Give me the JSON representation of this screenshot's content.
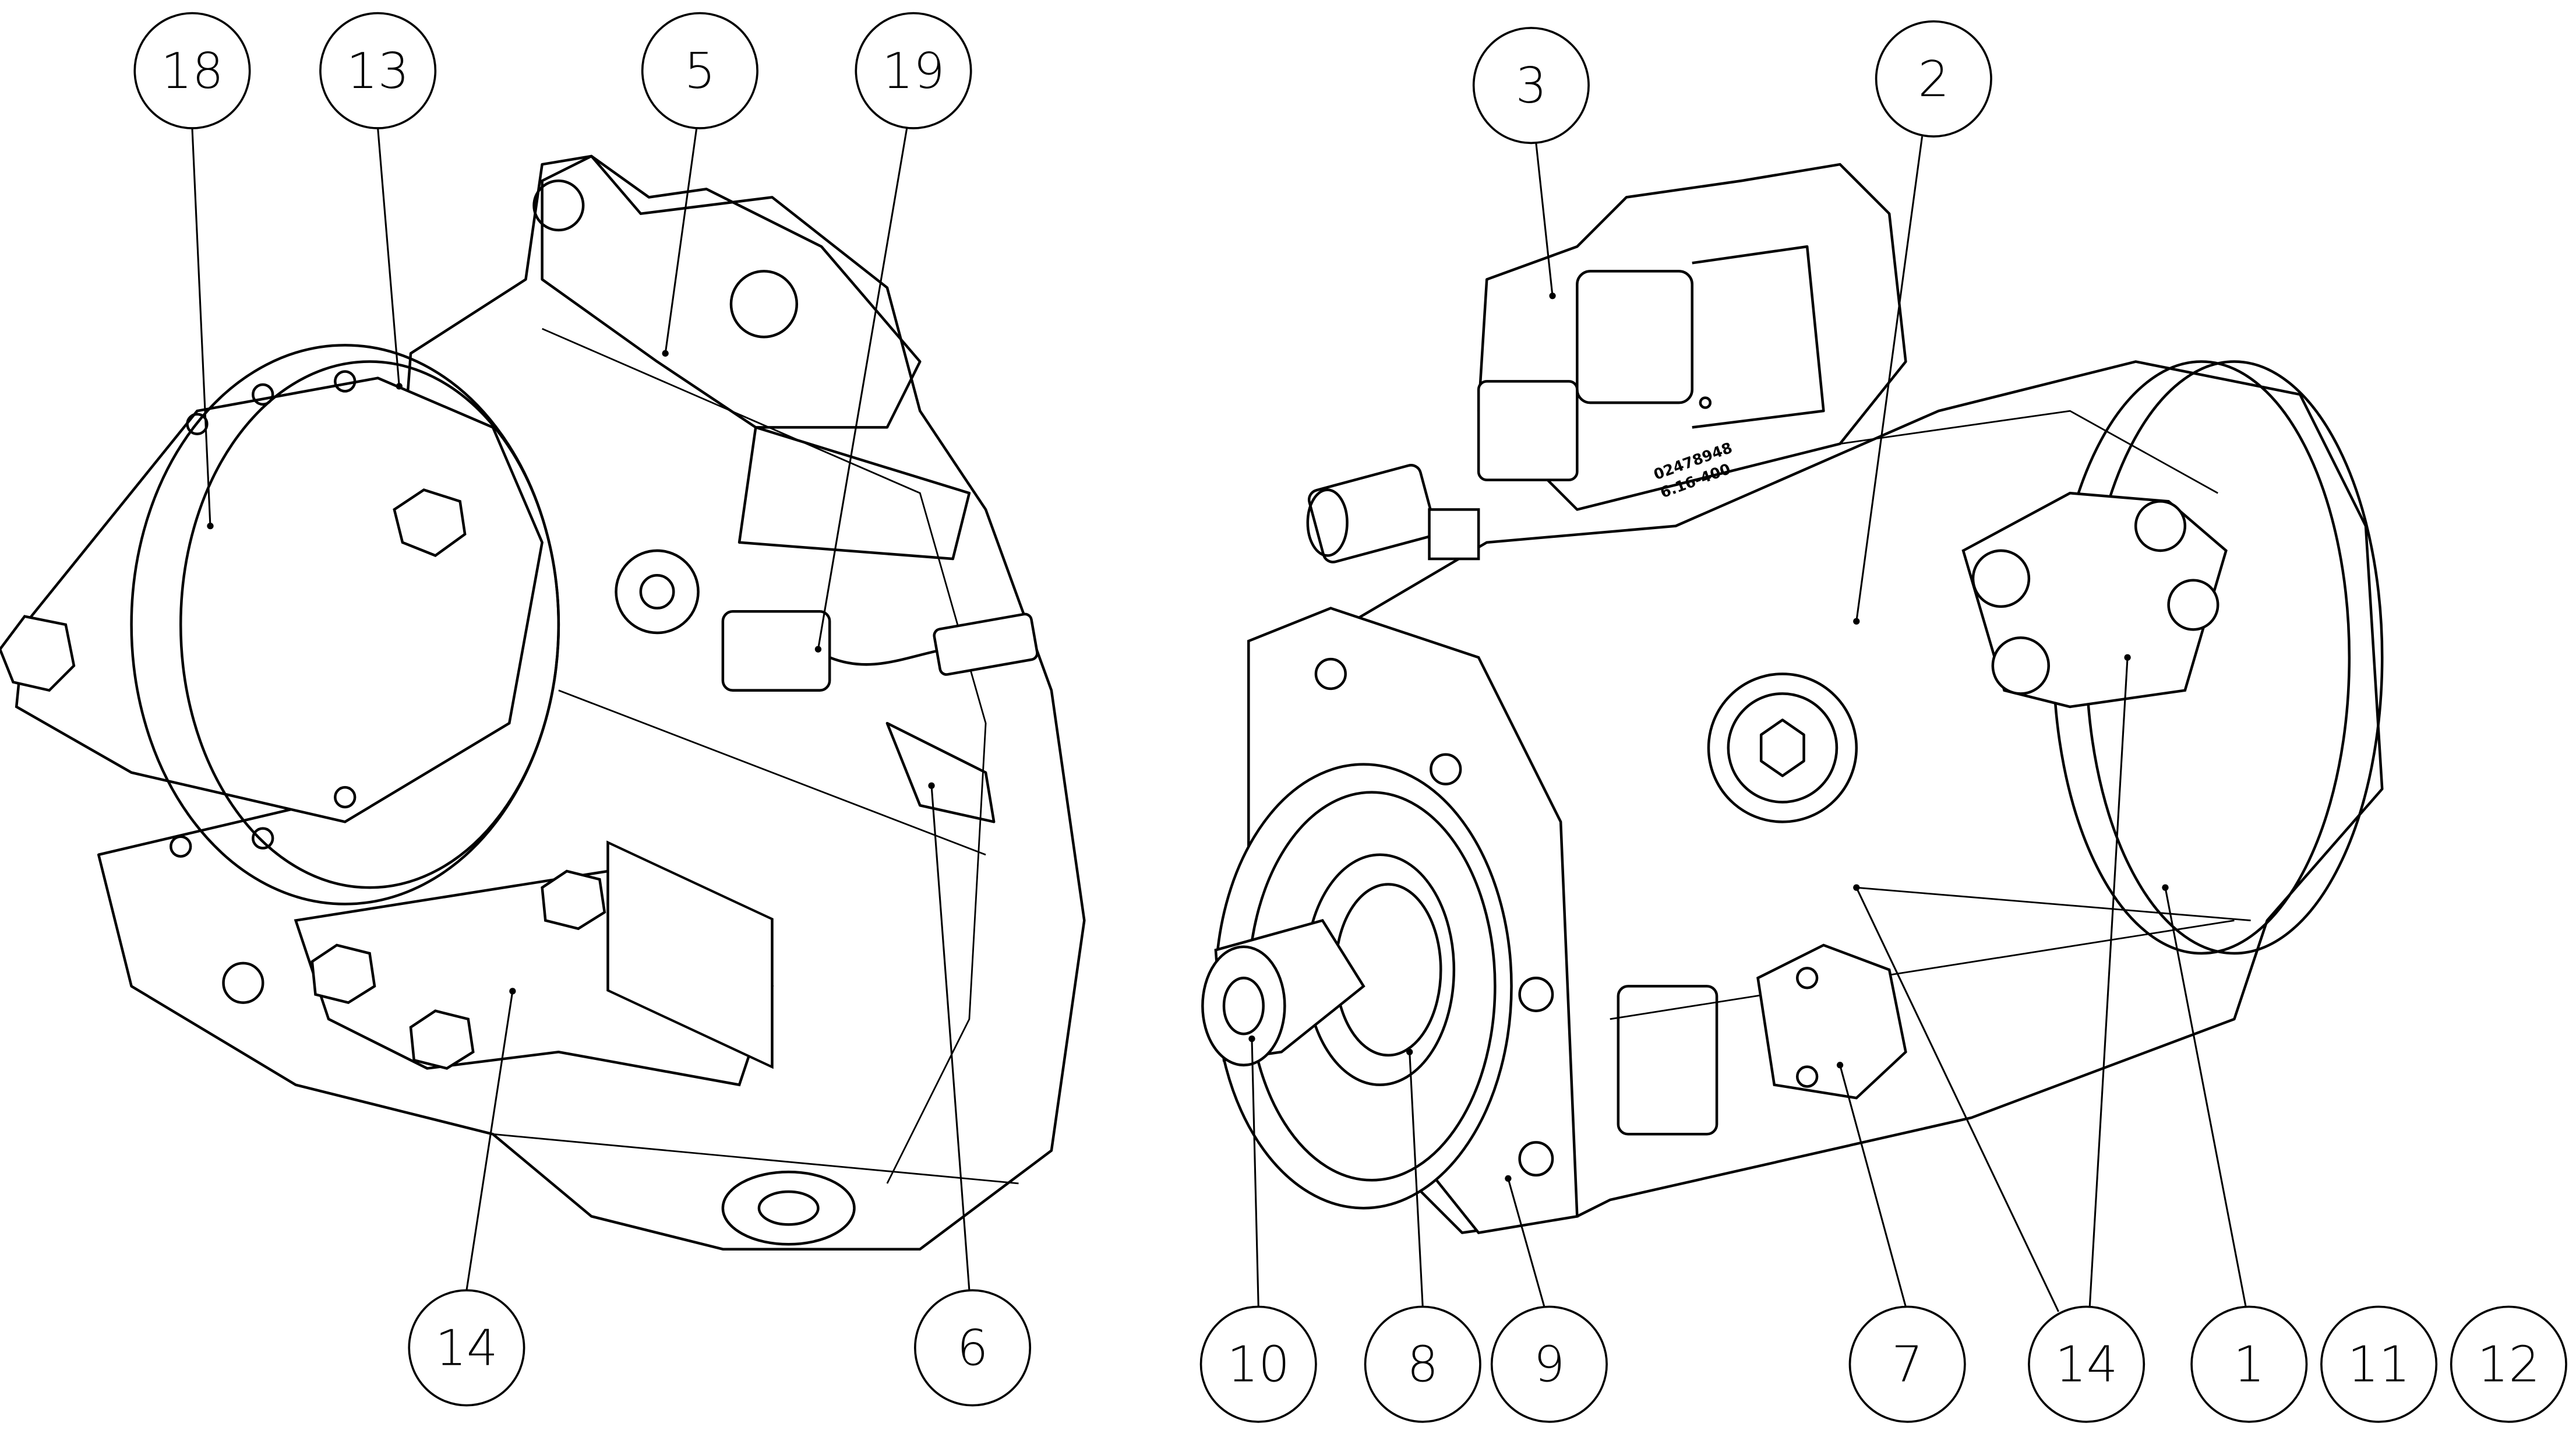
{
  "diagram": {
    "left_pump_callouts": [
      {
        "label": "18"
      },
      {
        "label": "13"
      },
      {
        "label": "5"
      },
      {
        "label": "19"
      },
      {
        "label": "14"
      },
      {
        "label": "6"
      }
    ],
    "right_pump_callouts": [
      {
        "label": "3"
      },
      {
        "label": "2"
      },
      {
        "label": "10"
      },
      {
        "label": "8"
      },
      {
        "label": "9"
      },
      {
        "label": "7"
      },
      {
        "label": "14"
      },
      {
        "label": "1"
      },
      {
        "label": "11"
      },
      {
        "label": "12"
      }
    ],
    "engravings": {
      "part_number": "02478948",
      "code": "6.16-400"
    }
  }
}
